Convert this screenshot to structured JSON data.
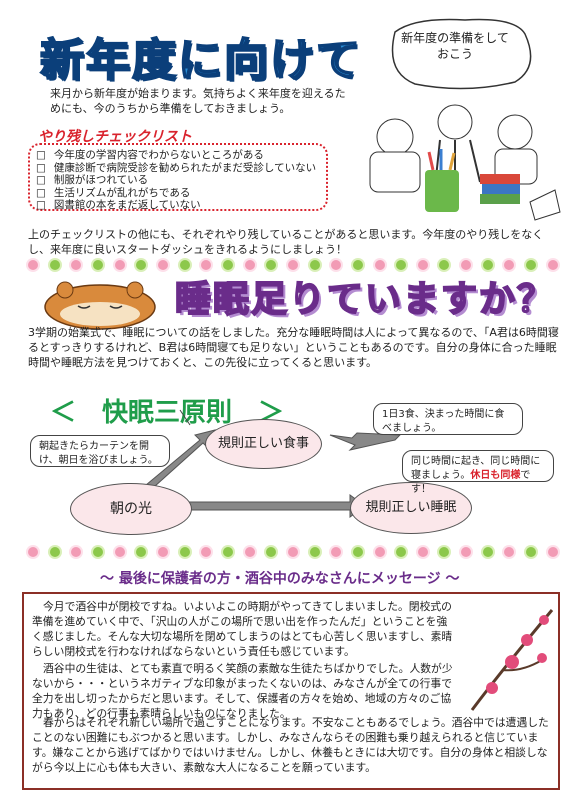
{
  "header": {
    "title": "新年度に向けて",
    "intro": "来月から新年度が始まります。気持ちよく来年度を迎えるためにも、今のうちから準備をしておきましょう。",
    "illustration_caption": "新年度の準備をしておこう"
  },
  "checklist": {
    "title": "やり残しチェックリスト",
    "items": [
      "今年度の学習内容でわからないところがある",
      "健康診断で病院受診を勧められたがまだ受診していない",
      "制服がほつれている",
      "生活リズムが乱れがちである",
      "図書館の本をまだ返していない"
    ],
    "box_symbol": "□",
    "after": "上のチェックリストの他にも、それぞれやり残していることがあると思います。今年度のやり残しをなくし、来年度に良いスタートダッシュをきれるようにしましょう！"
  },
  "sleep": {
    "title": "睡眠足りていますか？",
    "paragraph": "3学期の始業式で、睡眠についての話をしました。充分な睡眠時間は人によって異なるので、「A君は6時間寝るとすっきりするけれど、B君は6時間寝ても足りない」ということもあるのです。自分の身体に合った睡眠時間や睡眠方法を見つけておくと、この先役に立ってくると思います。"
  },
  "rules": {
    "title": "＜　快眠三原則　＞",
    "node_meal": "規則正しい食事",
    "node_light": "朝の光",
    "node_sleep": "規則正しい睡眠",
    "bubble_meal": "1日3食、決まった時間に食べましょう。",
    "bubble_light": "朝起きたらカーテンを開け、朝日を浴びましょう。",
    "bubble_sleep_1": "同じ時間に起き、同じ時間に寝ましょう。",
    "bubble_sleep_2": "休日も同様",
    "bubble_sleep_3": "です！"
  },
  "message": {
    "title": "～ 最後に保護者の方・酒谷中のみなさんにメッセージ ～",
    "p1": "今月で酒谷中が閉校ですね。いよいよこの時期がやってきてしまいました。閉校式の準備を進めていく中で、「沢山の人がこの場所で思い出を作ったんだ」ということを強く感じました。そんな大切な場所を閉めてしまうのはとても心苦しく思いますし、素晴らしい閉校式を行わなければならないという責任も感じています。",
    "p2": "酒谷中の生徒は、とても素直で明るく笑顔の素敵な生徒たちばかりでした。人数が少ないから・・・というネガティブな印象がまったくないのは、みなさんが全ての行事で全力を出し切ったからだと思います。そして、保護者の方々を始め、地域の方々のご協力もあり、どの行事も素晴らしいものになりました。",
    "p3": "春からはそれぞれ新しい場所で過ごすことになります。不安なこともあるでしょう。酒谷中では遭遇したことのない困難にもぶつかると思います。しかし、みなさんならその困難も乗り越えられると信じています。嫌なことから逃げてばかりではいけません。しかし、休養もときには大切です。自分の身体と相談しながら今以上に心も体も大きい、素敵な大人になることを願っています。"
  },
  "colors": {
    "accent_blue": "#2b8fd6",
    "accent_red": "#d9232d",
    "accent_purple": "#6a2c8a",
    "border_brown": "#8b2f26"
  }
}
